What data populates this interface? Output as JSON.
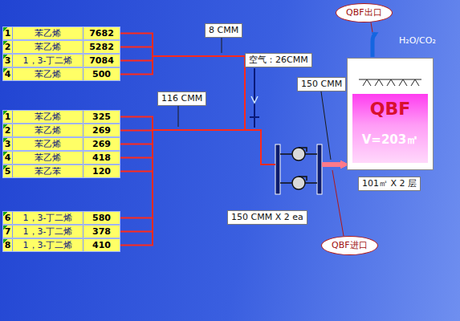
{
  "diagram": {
    "nodes": [
      {
        "text": [
          "1",
          "苯乙烯",
          "7682"
        ]
      },
      {
        "text": [
          "2",
          "苯乙烯",
          "5282"
        ]
      },
      {
        "text": [
          "3",
          "1，3-丁二烯",
          "7084"
        ]
      },
      {
        "text": [
          "4",
          "苯乙烯",
          "500"
        ]
      },
      {
        "text": [
          "1",
          "苯乙烯",
          "325"
        ]
      },
      {
        "text": [
          "2",
          "苯乙烯",
          "269"
        ]
      },
      {
        "text": [
          "3",
          "苯乙烯",
          "269"
        ]
      },
      {
        "text": [
          "4",
          "苯乙烯",
          "418"
        ]
      },
      {
        "text": [
          "5",
          "苯乙苯",
          "120"
        ]
      },
      {
        "text": [
          "6",
          "1，3-丁二烯",
          "580"
        ]
      },
      {
        "text": [
          "7",
          "1，3-丁二烯",
          "378"
        ]
      },
      {
        "text": [
          "8",
          "1，3-丁二烯",
          "410"
        ]
      },
      {
        "text": [
          "8 CMM"
        ]
      },
      {
        "text": [
          "空气：26CMM"
        ]
      },
      {
        "text": [
          "116 CMM"
        ]
      },
      {
        "text": [
          "150 CMM"
        ]
      },
      {
        "text": [
          "QBF",
          "V=203㎡"
        ]
      },
      {
        "text": [
          "101㎡ X 2 层"
        ]
      },
      {
        "text": [
          "150 CMM X 2 ea"
        ]
      },
      {
        "text": [
          "QBF出口"
        ]
      },
      {
        "text": [
          "QBF进口"
        ]
      }
    ],
    "edges": [
      {
        "from": 0,
        "to": 16,
        "arrow": "to"
      },
      {
        "from": 1,
        "to": 16,
        "arrow": "to"
      },
      {
        "from": 2,
        "to": 16,
        "arrow": "to"
      },
      {
        "from": 3,
        "to": 16,
        "arrow": "to"
      },
      {
        "from": 4,
        "to": 16,
        "arrow": "to"
      },
      {
        "from": 5,
        "to": 16,
        "arrow": "to"
      },
      {
        "from": 6,
        "to": 16,
        "arrow": "to"
      },
      {
        "from": 7,
        "to": 16,
        "arrow": "to"
      },
      {
        "from": 8,
        "to": 16,
        "arrow": "to"
      },
      {
        "from": 9,
        "to": 16,
        "arrow": "to"
      },
      {
        "from": 10,
        "to": 16,
        "arrow": "to"
      },
      {
        "from": 11,
        "to": 16,
        "arrow": "to"
      }
    ],
    "labels": [
      "H₂O/CO₂"
    ]
  }
}
